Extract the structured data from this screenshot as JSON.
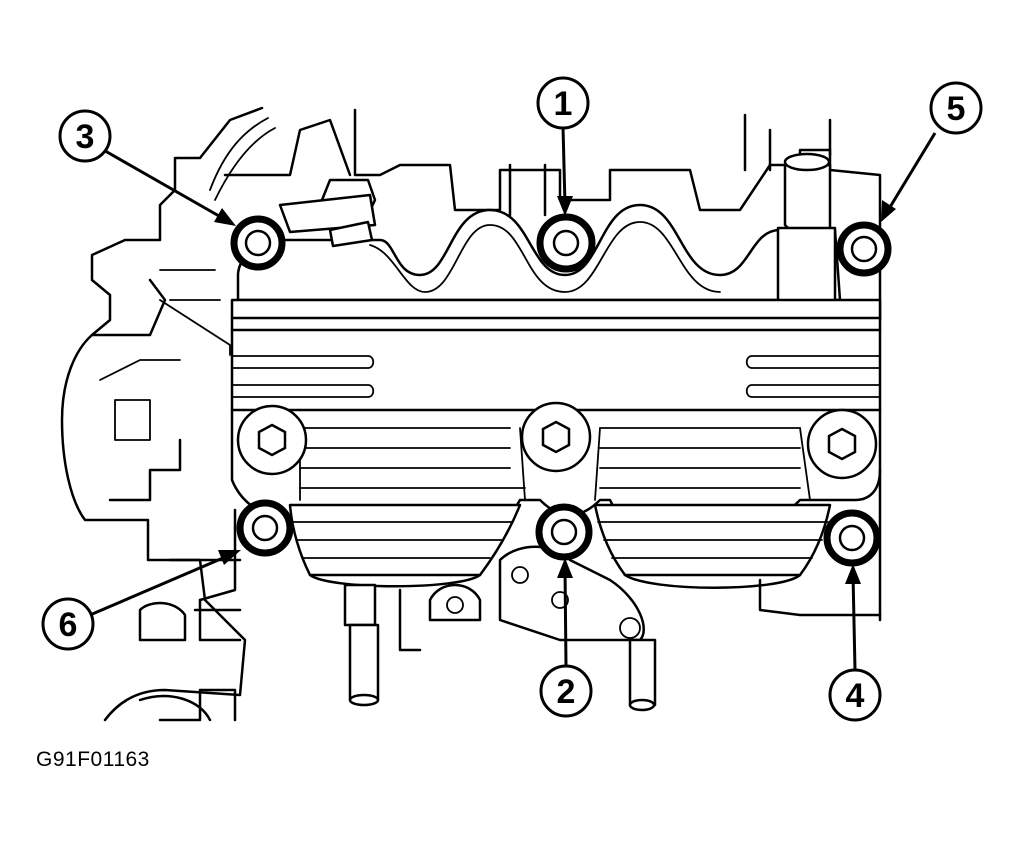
{
  "figure_id": "G91F01163",
  "callouts": [
    {
      "label": "1",
      "target": "top-center-bolt"
    },
    {
      "label": "2",
      "target": "bottom-center-bolt"
    },
    {
      "label": "3",
      "target": "top-left-bolt"
    },
    {
      "label": "4",
      "target": "bottom-right-bolt"
    },
    {
      "label": "5",
      "target": "top-right-bolt"
    },
    {
      "label": "6",
      "target": "bottom-left-bolt"
    }
  ]
}
